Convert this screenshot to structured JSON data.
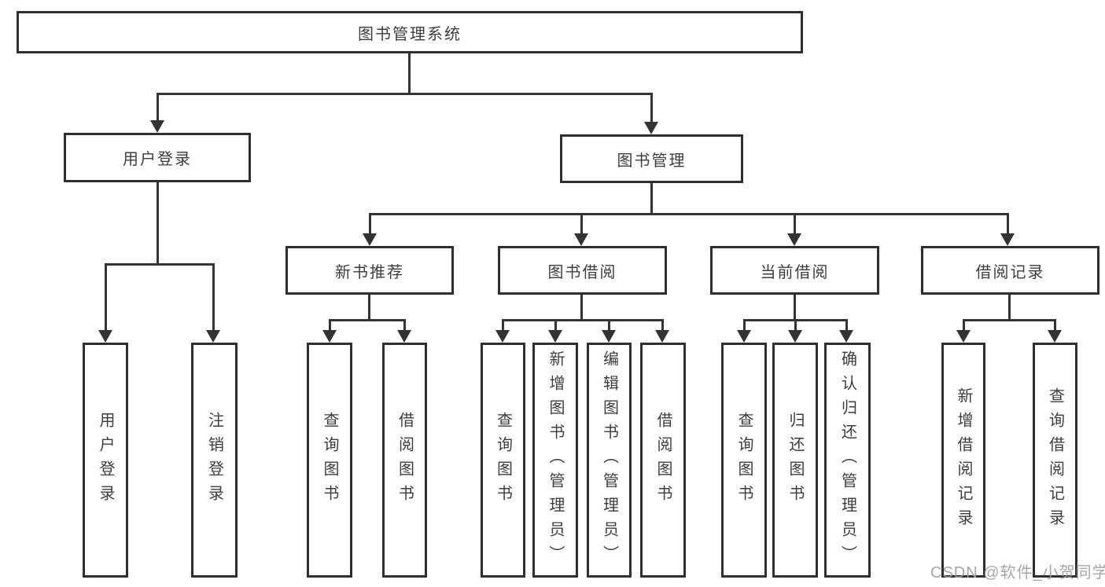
{
  "diagram": {
    "root": {
      "label": "图书管理系统"
    },
    "children": [
      {
        "label": "用户登录",
        "children": [
          {
            "label": "用户登录"
          },
          {
            "label": "注销登录"
          }
        ]
      },
      {
        "label": "图书管理",
        "children": [
          {
            "label": "新书推荐",
            "children": [
              {
                "label": "查询图书"
              },
              {
                "label": "借阅图书"
              }
            ]
          },
          {
            "label": "图书借阅",
            "children": [
              {
                "label": "查询图书"
              },
              {
                "label": "新增图书（管理员）"
              },
              {
                "label": "编辑图书（管理员）"
              },
              {
                "label": "借阅图书"
              }
            ]
          },
          {
            "label": "当前借阅",
            "children": [
              {
                "label": "查询图书"
              },
              {
                "label": "归还图书"
              },
              {
                "label": "确认归还（管理员）"
              }
            ]
          },
          {
            "label": "借阅记录",
            "children": [
              {
                "label": "新增借阅记录"
              },
              {
                "label": "查询借阅记录"
              }
            ]
          }
        ]
      }
    ]
  },
  "watermark": {
    "text": "CSDN @软件_小贺同学"
  },
  "colors": {
    "line": "#333333",
    "border": "#2f2f2f",
    "text": "#3d3d3d",
    "watermark": "#9e9e9e",
    "background": "#ffffff"
  }
}
